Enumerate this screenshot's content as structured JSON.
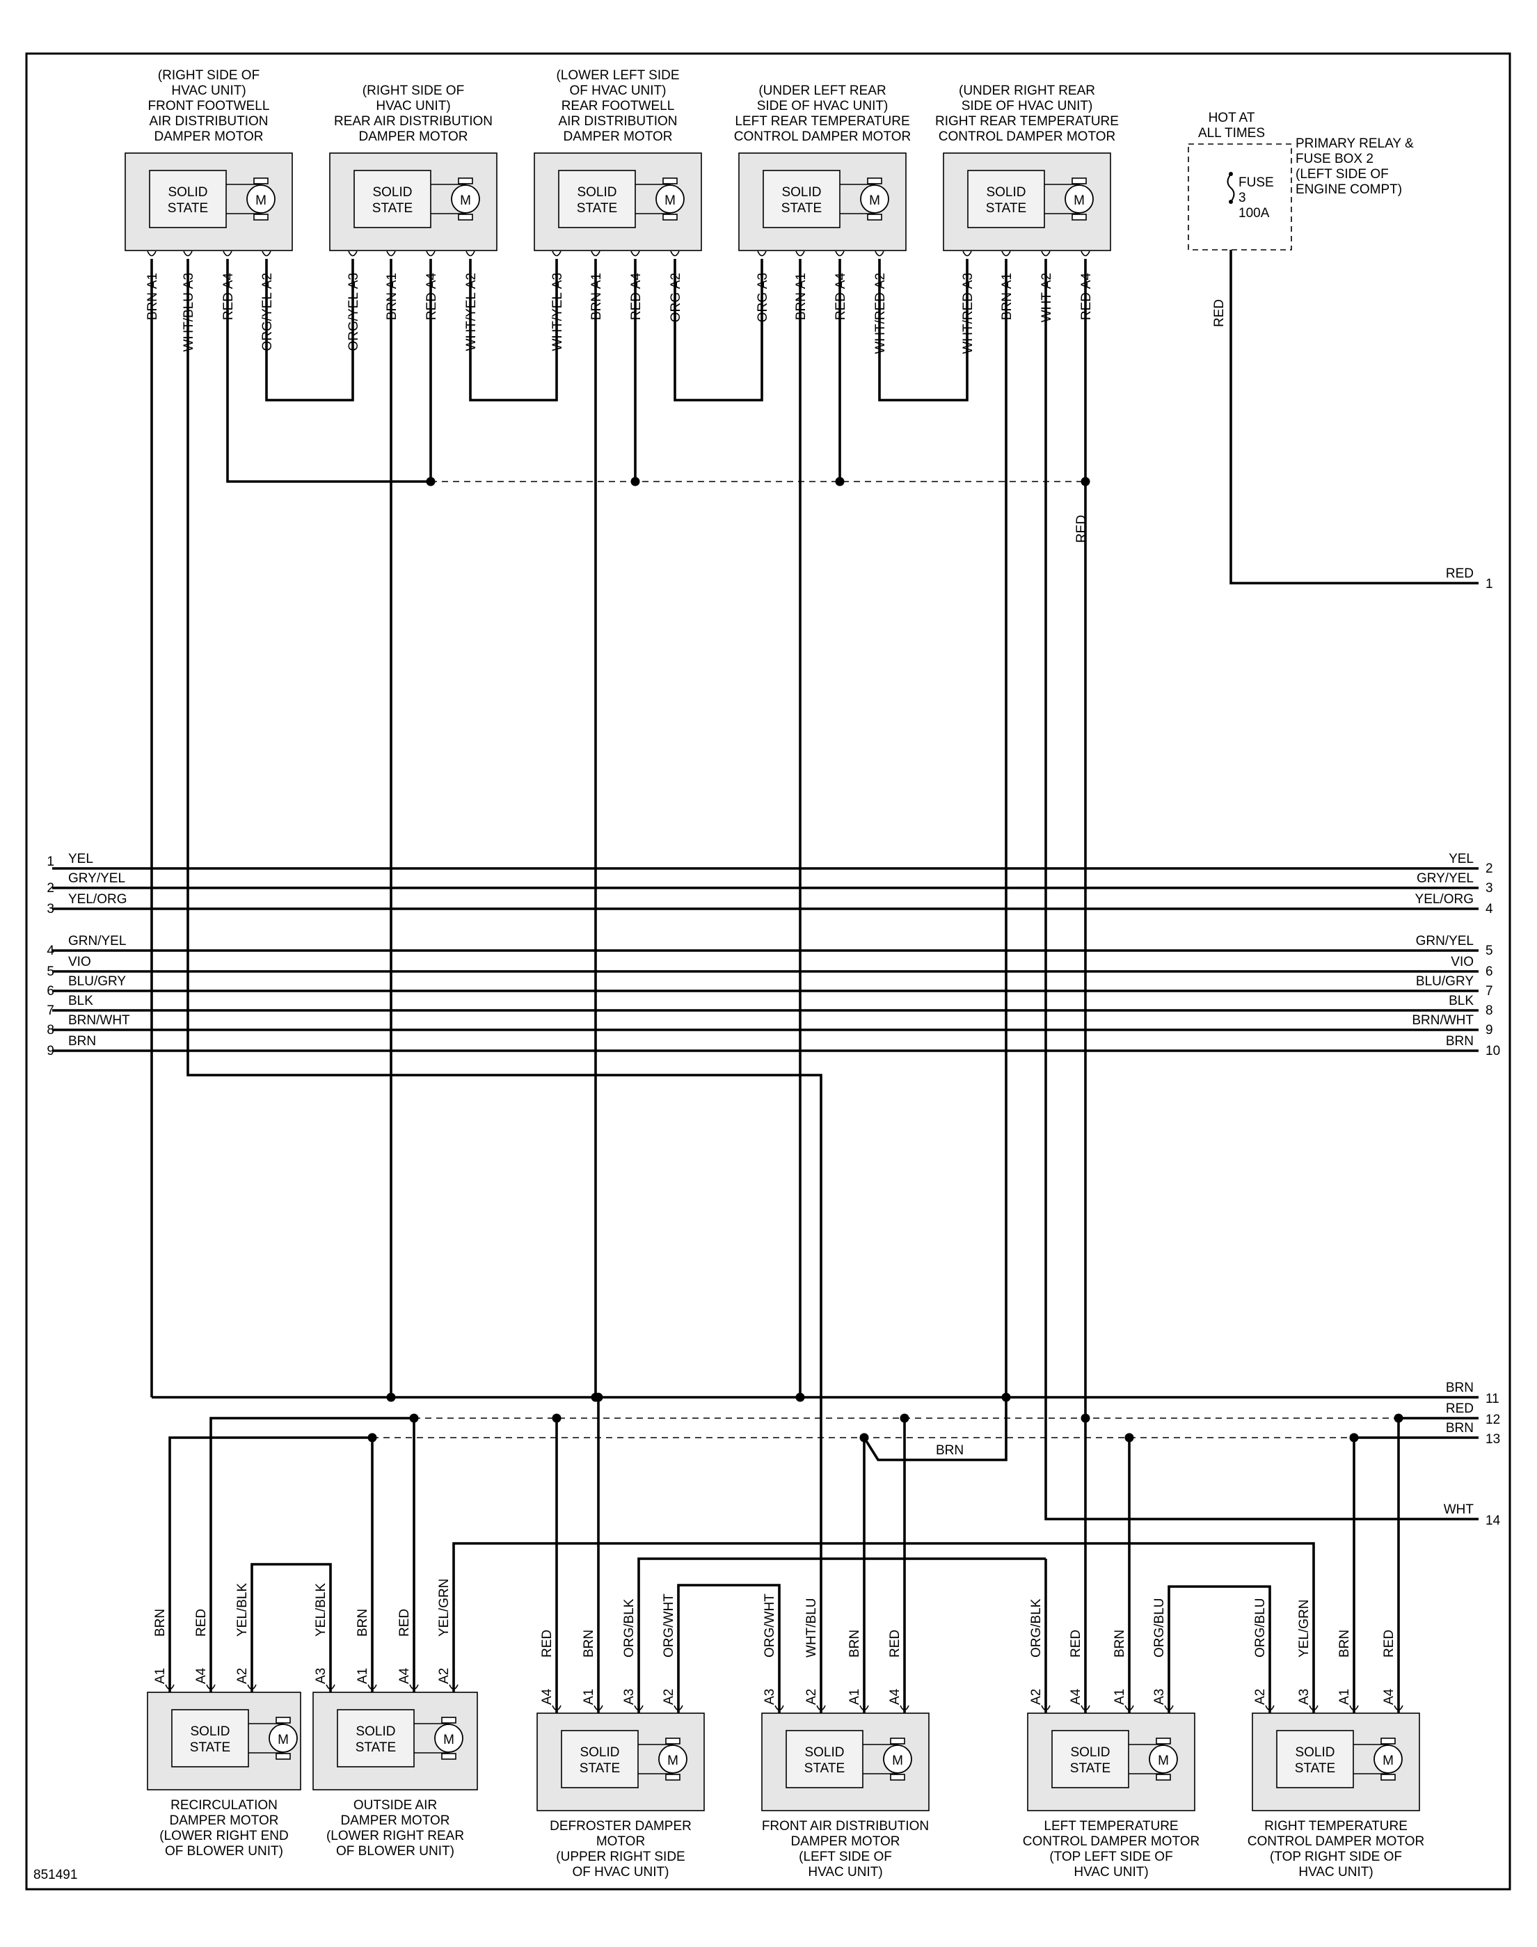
{
  "diagram_number": "851491",
  "motor_internal": {
    "solid_state": [
      "SOLID",
      "STATE"
    ],
    "motor_symbol": "M"
  },
  "top_components": [
    {
      "id": "front-footwell",
      "caption": [
        "(RIGHT SIDE OF",
        "HVAC UNIT)",
        "FRONT FOOTWELL",
        "AIR DISTRIBUTION",
        "DAMPER MOTOR"
      ],
      "pins": [
        {
          "pin": "A1",
          "wire": "BRN"
        },
        {
          "pin": "A3",
          "wire": "WHT/BLU"
        },
        {
          "pin": "A4",
          "wire": "RED"
        },
        {
          "pin": "A2",
          "wire": "ORG/YEL"
        }
      ]
    },
    {
      "id": "rear-air",
      "caption": [
        "(RIGHT SIDE OF",
        "HVAC UNIT)",
        "REAR AIR DISTRIBUTION",
        "DAMPER MOTOR"
      ],
      "pins": [
        {
          "pin": "A3",
          "wire": "ORG/YEL"
        },
        {
          "pin": "A1",
          "wire": "BRN"
        },
        {
          "pin": "A4",
          "wire": "RED"
        },
        {
          "pin": "A2",
          "wire": "WHT/YEL"
        }
      ]
    },
    {
      "id": "rear-footwell",
      "caption": [
        "(LOWER LEFT SIDE",
        "OF HVAC UNIT)",
        "REAR FOOTWELL",
        "AIR DISTRIBUTION",
        "DAMPER MOTOR"
      ],
      "pins": [
        {
          "pin": "A3",
          "wire": "WHT/YEL"
        },
        {
          "pin": "A1",
          "wire": "BRN"
        },
        {
          "pin": "A4",
          "wire": "RED"
        },
        {
          "pin": "A2",
          "wire": "ORG"
        }
      ]
    },
    {
      "id": "left-rear-temp",
      "caption": [
        "(UNDER LEFT REAR",
        "SIDE OF HVAC UNIT)",
        "LEFT REAR TEMPERATURE",
        "CONTROL DAMPER MOTOR"
      ],
      "pins": [
        {
          "pin": "A3",
          "wire": "ORG"
        },
        {
          "pin": "A1",
          "wire": "BRN"
        },
        {
          "pin": "A4",
          "wire": "RED"
        },
        {
          "pin": "A2",
          "wire": "WHT/RED"
        }
      ]
    },
    {
      "id": "right-rear-temp",
      "caption": [
        "(UNDER RIGHT REAR",
        "SIDE OF HVAC UNIT)",
        "RIGHT REAR TEMPERATURE",
        "CONTROL DAMPER MOTOR"
      ],
      "pins": [
        {
          "pin": "A3",
          "wire": "WHT/RED"
        },
        {
          "pin": "A1",
          "wire": "BRN"
        },
        {
          "pin": "A2",
          "wire": "WHT"
        },
        {
          "pin": "A4",
          "wire": "RED"
        }
      ]
    }
  ],
  "fuse": {
    "hot_label": [
      "HOT AT",
      "ALL TIMES"
    ],
    "box_label": [
      "PRIMARY RELAY &",
      "FUSE BOX 2",
      "(LEFT SIDE OF",
      "ENGINE COMPT)"
    ],
    "fuse_text": [
      "FUSE",
      "3",
      "100A"
    ],
    "wire": "RED"
  },
  "red_vertical_label": "RED",
  "bus_left": [
    {
      "num": "1",
      "wire": "YEL"
    },
    {
      "num": "2",
      "wire": "GRY/YEL"
    },
    {
      "num": "3",
      "wire": "YEL/ORG"
    },
    {
      "num": "4",
      "wire": "GRN/YEL"
    },
    {
      "num": "5",
      "wire": "VIO"
    },
    {
      "num": "6",
      "wire": "BLU/GRY"
    },
    {
      "num": "7",
      "wire": "BLK"
    },
    {
      "num": "8",
      "wire": "BRN/WHT"
    },
    {
      "num": "9",
      "wire": "BRN"
    }
  ],
  "bus_right": [
    {
      "num": "2",
      "wire": "YEL"
    },
    {
      "num": "3",
      "wire": "GRY/YEL"
    },
    {
      "num": "4",
      "wire": "YEL/ORG"
    },
    {
      "num": "5",
      "wire": "GRN/YEL"
    },
    {
      "num": "6",
      "wire": "VIO"
    },
    {
      "num": "7",
      "wire": "BLU/GRY"
    },
    {
      "num": "8",
      "wire": "BLK"
    },
    {
      "num": "9",
      "wire": "BRN/WHT"
    },
    {
      "num": "10",
      "wire": "BRN"
    }
  ],
  "right_connectors": [
    {
      "num": "1",
      "wire": "RED"
    },
    {
      "num": "11",
      "wire": "BRN"
    },
    {
      "num": "12",
      "wire": "RED"
    },
    {
      "num": "13",
      "wire": "BRN"
    },
    {
      "num": "14",
      "wire": "WHT"
    }
  ],
  "brn_jumper_label": "BRN",
  "bottom_components": [
    {
      "id": "recirculation",
      "caption": [
        "RECIRCULATION",
        "DAMPER MOTOR",
        "(LOWER RIGHT END",
        "OF BLOWER UNIT)"
      ],
      "pins": [
        {
          "pin": "A1",
          "wire": "BRN"
        },
        {
          "pin": "A4",
          "wire": "RED"
        },
        {
          "pin": "A2",
          "wire": "YEL/BLK"
        }
      ]
    },
    {
      "id": "outside-air",
      "caption": [
        "OUTSIDE AIR",
        "DAMPER MOTOR",
        "(LOWER RIGHT REAR",
        "OF BLOWER UNIT)"
      ],
      "pins": [
        {
          "pin": "A3",
          "wire": "YEL/BLK"
        },
        {
          "pin": "A1",
          "wire": "BRN"
        },
        {
          "pin": "A4",
          "wire": "RED"
        },
        {
          "pin": "A2",
          "wire": "YEL/GRN"
        }
      ]
    },
    {
      "id": "defroster",
      "caption": [
        "DEFROSTER DAMPER",
        "MOTOR",
        "(UPPER RIGHT SIDE",
        "OF HVAC UNIT)"
      ],
      "pins": [
        {
          "pin": "A4",
          "wire": "RED"
        },
        {
          "pin": "A1",
          "wire": "BRN"
        },
        {
          "pin": "A3",
          "wire": "ORG/BLK"
        },
        {
          "pin": "A2",
          "wire": "ORG/WHT"
        }
      ]
    },
    {
      "id": "front-air",
      "caption": [
        "FRONT AIR DISTRIBUTION",
        "DAMPER MOTOR",
        "(LEFT SIDE OF",
        "HVAC UNIT)"
      ],
      "pins": [
        {
          "pin": "A3",
          "wire": "ORG/WHT"
        },
        {
          "pin": "A2",
          "wire": "WHT/BLU"
        },
        {
          "pin": "A1",
          "wire": "BRN"
        },
        {
          "pin": "A4",
          "wire": "RED"
        }
      ]
    },
    {
      "id": "left-temp",
      "caption": [
        "LEFT TEMPERATURE",
        "CONTROL DAMPER MOTOR",
        "(TOP LEFT SIDE OF",
        "HVAC UNIT)"
      ],
      "pins": [
        {
          "pin": "A2",
          "wire": "ORG/BLK"
        },
        {
          "pin": "A4",
          "wire": "RED"
        },
        {
          "pin": "A1",
          "wire": "BRN"
        },
        {
          "pin": "A3",
          "wire": "ORG/BLU"
        }
      ]
    },
    {
      "id": "right-temp",
      "caption": [
        "RIGHT TEMPERATURE",
        "CONTROL DAMPER MOTOR",
        "(TOP RIGHT SIDE OF",
        "HVAC UNIT)"
      ],
      "pins": [
        {
          "pin": "A2",
          "wire": "ORG/BLU"
        },
        {
          "pin": "A3",
          "wire": "YEL/GRN"
        },
        {
          "pin": "A1",
          "wire": "BRN"
        },
        {
          "pin": "A4",
          "wire": "RED"
        }
      ]
    }
  ]
}
